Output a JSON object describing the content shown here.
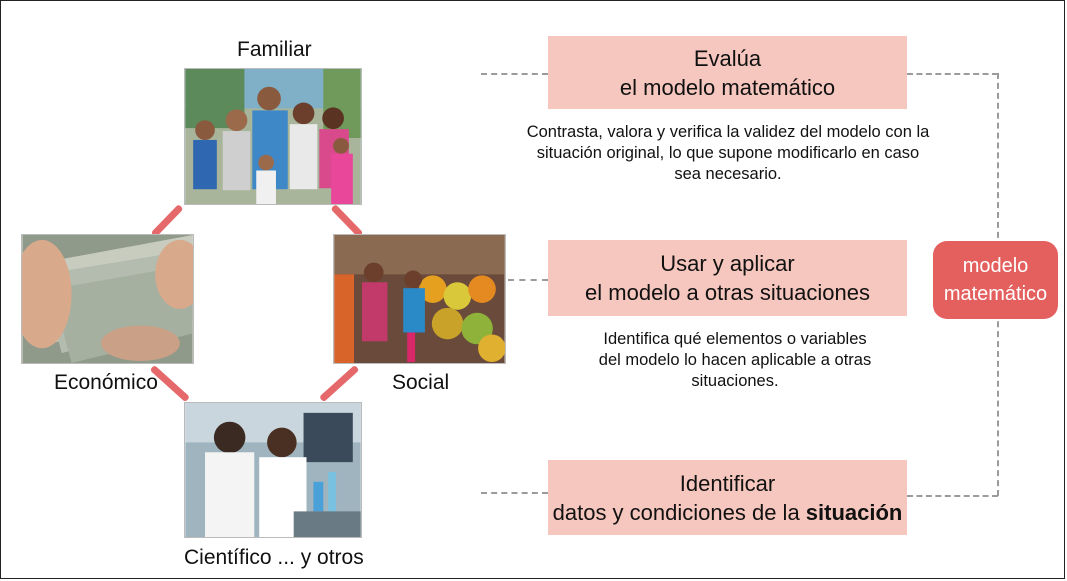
{
  "contexts": {
    "familiar": "Familiar",
    "economico": "Económico",
    "social": "Social",
    "cientifico": "Científico ... y otros"
  },
  "steps": {
    "evalua": {
      "title": "Evalúa",
      "subtitle": "el modelo matemático",
      "description_lines": [
        "Contrasta, valora y verifica la validez del modelo con la",
        "situación original, lo que supone modificarlo en caso",
        "sea necesario."
      ]
    },
    "usar": {
      "title": "Usar y aplicar",
      "subtitle": "el modelo a otras situaciones",
      "description_lines": [
        "Identifica qué elementos o variables",
        "del modelo lo hacen aplicable a otras",
        "situaciones."
      ]
    },
    "identificar": {
      "title": "Identificar",
      "subtitle_prefix": "datos y condiciones de la ",
      "subtitle_bold": "situación"
    }
  },
  "badge": {
    "line1": "modelo",
    "line2": "matemático"
  },
  "colors": {
    "step_box": "#f6c7be",
    "badge": "#e4605f",
    "connector": "#e5696a",
    "dashed_line": "#9b9b9b"
  }
}
